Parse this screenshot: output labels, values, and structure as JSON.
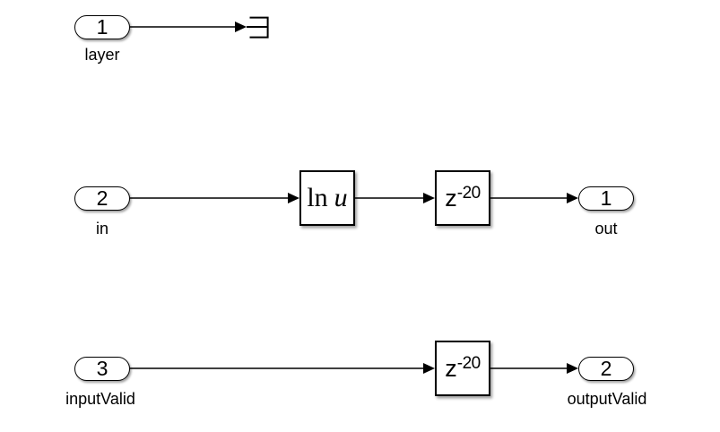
{
  "canvas": {
    "background": "#ffffff",
    "stroke_color": "#000000",
    "block_fill_color": "#ffffff"
  },
  "blocks": {
    "inport_layer": {
      "port_number": "1",
      "name": "layer"
    },
    "inport_in": {
      "port_number": "2",
      "name": "in"
    },
    "inport_input_valid": {
      "port_number": "3",
      "name": "inputValid"
    },
    "log": {
      "function": "ln",
      "argument": "u"
    },
    "delay_mid": {
      "base": "z",
      "exponent": "-20"
    },
    "delay_bottom": {
      "base": "z",
      "exponent": "-20"
    },
    "outport_out": {
      "port_number": "1",
      "name": "out"
    },
    "outport_output_valid": {
      "port_number": "2",
      "name": "outputValid"
    }
  }
}
